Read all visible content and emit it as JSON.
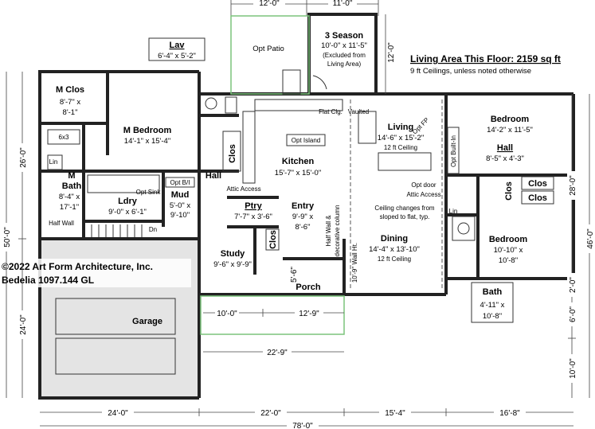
{
  "top_dims": [
    "12'-0\"",
    "11'-0\""
  ],
  "bottom_dims": [
    "24'-0\"",
    "22'-0\"",
    "15'-4\"",
    "16'-8\"",
    "78'-0\""
  ],
  "left_dims": [
    "50'-0\"",
    "26'-0\"",
    "24'-0\""
  ],
  "right_dims": [
    "46'-0\"",
    "28'-0\"",
    "2'-0\"",
    "6'-0\"",
    "10'-0\""
  ],
  "inner_dims": {
    "porch_left": "10'-0\"",
    "porch_right": "12'-9\"",
    "porch_total": "22'-9\"",
    "patio_depth": "12'-0\"",
    "entry_side": "5'-6\"",
    "dining_wall": "10'-9\" Wall Ht."
  },
  "info": {
    "living_area": "Living Area This Floor: 2159 sq ft",
    "ceilings": "9 ft Ceilings, unless noted otherwise",
    "copyright": "©2022 Art Form Architecture, Inc.",
    "plan_name": "Bedelia 1097.144 GL"
  },
  "rooms": {
    "three_season": {
      "name": "3 Season",
      "size": "10'-0\" x 11'-5\"",
      "note1": "(Excluded from",
      "note2": "Living Area)"
    },
    "opt_patio": {
      "name": "Opt Patio"
    },
    "lav": {
      "name": "Lav",
      "size": "6'-4\" x 5'-2\""
    },
    "m_clos": {
      "name": "M Clos",
      "size1": "8'-7\" x",
      "size2": "8'-1\""
    },
    "m_bedroom": {
      "name": "M Bedroom",
      "size": "14'-1\" x 15'-4\""
    },
    "m_bath": {
      "name1": "M",
      "name2": "Bath",
      "size1": "8'-4\" x",
      "size2": "17'-1\""
    },
    "kitchen": {
      "name": "Kitchen",
      "size": "15'-7\" x 15'-0\"",
      "island": "Opt Island"
    },
    "living": {
      "name": "Living",
      "size": "14'-6\" x 15'-2\"",
      "ceiling": "12 ft Ceiling"
    },
    "bedroom1": {
      "name": "Bedroom",
      "size": "14'-2\" x 11'-5\""
    },
    "hall_right": {
      "name": "Hall",
      "size": "8'-5\" x 4'-3\""
    },
    "bedroom2": {
      "name": "Bedroom",
      "size1": "10'-10\" x",
      "size2": "10'-8\""
    },
    "bath": {
      "name": "Bath",
      "size1": "4'-11\" x",
      "size2": "10'-8\""
    },
    "entry": {
      "name": "Entry",
      "size1": "9'-9\" x",
      "size2": "8'-6\""
    },
    "ptry": {
      "name": "Ptry",
      "size": "7'-7\" x 3'-6\""
    },
    "mud": {
      "name": "Mud",
      "size1": "5'-0\" x",
      "size2": "9'-10\""
    },
    "ldry": {
      "name": "Ldry",
      "size": "9'-0\" x 6'-1\""
    },
    "study": {
      "name": "Study",
      "size": "9'-6\" x 9'-9\""
    },
    "dining": {
      "name": "Dining",
      "size": "14'-4\" x 13'-10\"",
      "ceiling": "12 ft Ceiling"
    },
    "porch": {
      "name": "Porch"
    },
    "garage": {
      "name": "Garage"
    },
    "hall_left": {
      "name": "Hall"
    }
  },
  "labels": {
    "flat_clg": "Flat Clg.",
    "vaulted": "Vaulted",
    "opt_fp": "Opt FP",
    "attic_access_left": "Attic Access",
    "attic_access_right": "Attic Access",
    "opt_door": "Opt door",
    "ceiling_change1": "Ceiling changes from",
    "ceiling_change2": "sloped to flat, typ.",
    "half_wall": "Half Wall &",
    "decorative": "decorative column",
    "opt_bilt_in_left": "Opt B/I",
    "opt_sink": "Opt Sink",
    "opt_built_in_right": "Opt Built-In",
    "clos": "Clos",
    "lin": "Lin",
    "six_by_three": "6x3",
    "half_wall_garage": "Half Wall",
    "dn": "Dn"
  }
}
